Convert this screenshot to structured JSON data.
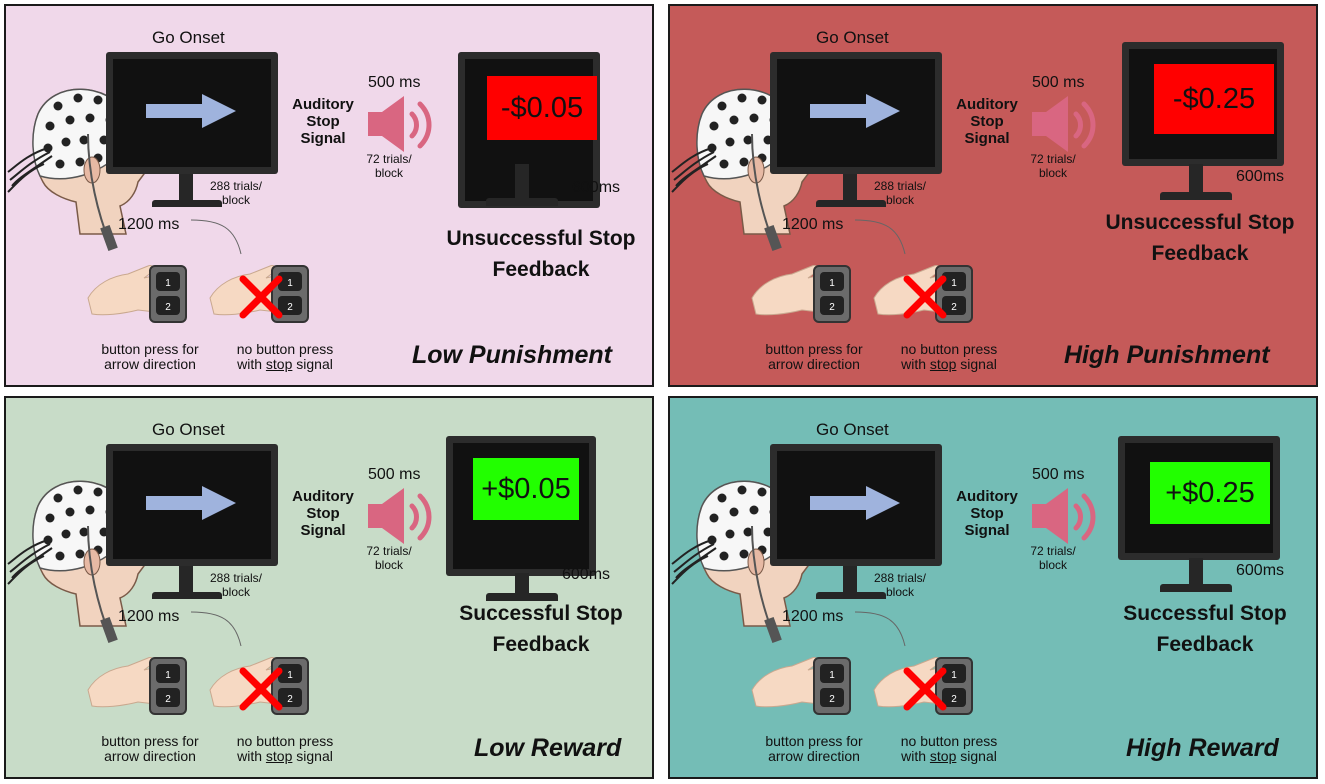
{
  "common": {
    "go_onset": "Go Onset",
    "auditory_stop_signal": [
      "Auditory",
      "Stop",
      "Signal"
    ],
    "signal_ms": "500 ms",
    "stop_trials": [
      "72 trials/",
      "block"
    ],
    "go_trials": [
      "288 trials/",
      "block"
    ],
    "response_ms": "1200 ms",
    "feedback_ms": "600ms",
    "button_press_caption": [
      "button press for",
      "arrow direction"
    ],
    "no_button_caption_line1": "no button press",
    "no_button_caption_with": "with ",
    "no_button_caption_stop": "stop",
    "no_button_caption_signal": " signal"
  },
  "panels": [
    {
      "condition": "Low Punishment",
      "feedback_value": "-$0.05",
      "feedback_title": [
        "Unsuccessful Stop",
        "Feedback"
      ],
      "background": "#f0d8ea",
      "screen_color": "#ff0000"
    },
    {
      "condition": "High Punishment",
      "feedback_value": "-$0.25",
      "feedback_title": [
        "Unsuccessful Stop",
        "Feedback"
      ],
      "background": "#c55a59",
      "screen_color": "#ff0000"
    },
    {
      "condition": "Low Reward",
      "feedback_value": "+$0.05",
      "feedback_title": [
        "Successful Stop",
        "Feedback"
      ],
      "background": "#c8dcc8",
      "screen_color": "#22ff00"
    },
    {
      "condition": "High Reward",
      "feedback_value": "+$0.25",
      "feedback_title": [
        "Successful Stop",
        "Feedback"
      ],
      "background": "#74bdb6",
      "screen_color": "#22ff00"
    }
  ],
  "icons": {
    "arrow_color": "#9fb3dd",
    "speaker_color": "#d96681",
    "cross_color": "#ff0000",
    "monitor_color": "#262626"
  }
}
